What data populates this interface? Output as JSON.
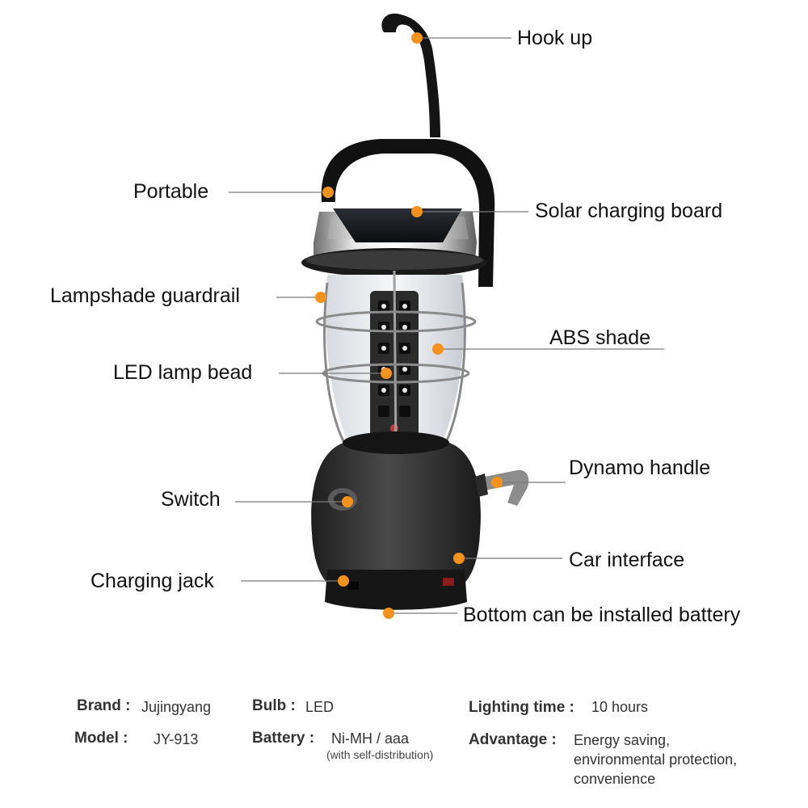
{
  "accent_color": "#f5921e",
  "callouts": [
    {
      "id": "hook",
      "label": "Hook up"
    },
    {
      "id": "portable",
      "label": "Portable"
    },
    {
      "id": "solar",
      "label": "Solar charging board"
    },
    {
      "id": "guardrail",
      "label": "Lampshade guardrail"
    },
    {
      "id": "abs",
      "label": "ABS shade"
    },
    {
      "id": "led",
      "label": "LED lamp bead"
    },
    {
      "id": "dynamo",
      "label": "Dynamo handle"
    },
    {
      "id": "switch",
      "label": "Switch"
    },
    {
      "id": "car",
      "label": "Car interface"
    },
    {
      "id": "jack",
      "label": "Charging jack"
    },
    {
      "id": "bottom",
      "label": "Bottom can be installed battery"
    }
  ],
  "specs": {
    "brand": {
      "key": "Brand :",
      "value": "Jujingyang"
    },
    "model": {
      "key": "Model :",
      "value": "JY-913"
    },
    "bulb": {
      "key": "Bulb :",
      "value": "LED"
    },
    "battery": {
      "key": "Battery :",
      "value": "Ni-MH / aaa",
      "note": "(with self-distribution)"
    },
    "lighting": {
      "key": "Lighting time :",
      "value": "10 hours"
    },
    "advantage": {
      "key": "Advantage :",
      "lines": [
        "Energy saving,",
        "environmental protection,",
        "convenience"
      ]
    }
  }
}
